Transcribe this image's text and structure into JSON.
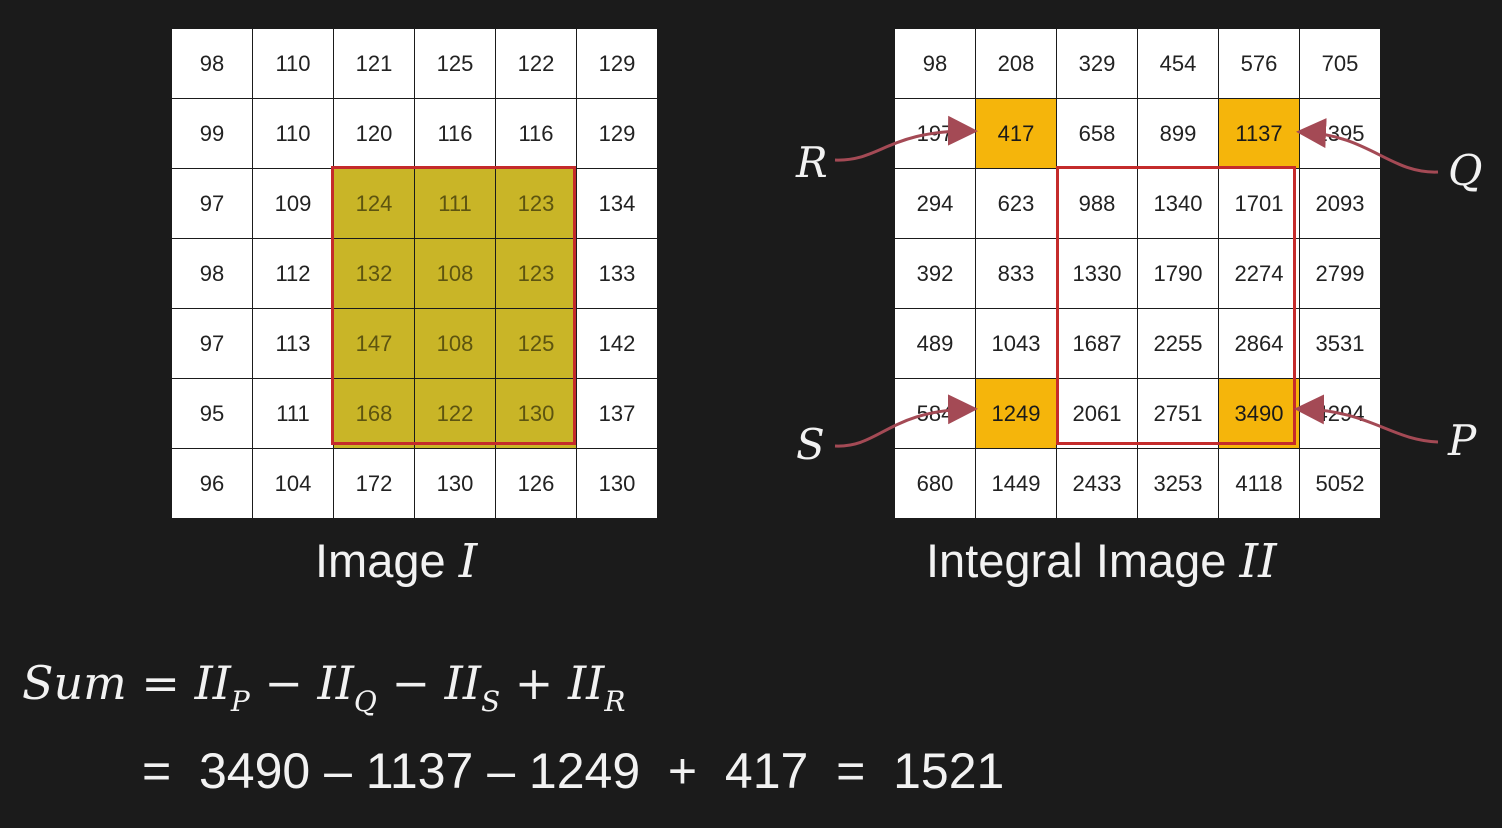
{
  "image_grid": {
    "caption_text": "Image ",
    "caption_symbol": "I",
    "rows": [
      [
        "98",
        "110",
        "121",
        "125",
        "122",
        "129"
      ],
      [
        "99",
        "110",
        "120",
        "116",
        "116",
        "129"
      ],
      [
        "97",
        "109",
        "124",
        "111",
        "123",
        "134"
      ],
      [
        "98",
        "112",
        "132",
        "108",
        "123",
        "133"
      ],
      [
        "97",
        "113",
        "147",
        "108",
        "125",
        "142"
      ],
      [
        "95",
        "111",
        "168",
        "122",
        "130",
        "137"
      ],
      [
        "96",
        "104",
        "172",
        "130",
        "126",
        "130"
      ]
    ],
    "shaded_region": {
      "row_start": 2,
      "row_end": 5,
      "col_start": 2,
      "col_end": 4
    },
    "shade_color": "#c9b527"
  },
  "integral_grid": {
    "caption_text": "Integral Image ",
    "caption_symbol": "II",
    "rows": [
      [
        "98",
        "208",
        "329",
        "454",
        "576",
        "705"
      ],
      [
        "197",
        "417",
        "658",
        "899",
        "1137",
        "1395"
      ],
      [
        "294",
        "623",
        "988",
        "1340",
        "1701",
        "2093"
      ],
      [
        "392",
        "833",
        "1330",
        "1790",
        "2274",
        "2799"
      ],
      [
        "489",
        "1043",
        "1687",
        "2255",
        "2864",
        "3531"
      ],
      [
        "584",
        "1249",
        "2061",
        "2751",
        "3490",
        "4294"
      ],
      [
        "680",
        "1449",
        "2433",
        "3253",
        "4118",
        "5052"
      ]
    ],
    "highlighted_cells": [
      [
        1,
        1
      ],
      [
        1,
        4
      ],
      [
        5,
        1
      ],
      [
        5,
        4
      ]
    ],
    "highlight_color": "#f5b50b",
    "rect_region": {
      "row_start": 2,
      "row_end": 5,
      "col_start": 2,
      "col_end": 4
    }
  },
  "points": {
    "R": "R",
    "Q": "Q",
    "S": "S",
    "P": "P"
  },
  "formula": {
    "lhs": "Sum",
    "eq": " = ",
    "t1": "II",
    "t1_sub": "P",
    "op1": " − ",
    "t2": "II",
    "t2_sub": "Q",
    "op2": " − ",
    "t3": "II",
    "t3_sub": "S",
    "op3": " + ",
    "t4": "II",
    "t4_sub": "R"
  },
  "calculation": "=  3490 – 1137 – 1249  +  417  =  1521",
  "colors": {
    "rect_border": "#c42b2b",
    "arrow": "#a44a55",
    "background": "#1b1b1b"
  }
}
